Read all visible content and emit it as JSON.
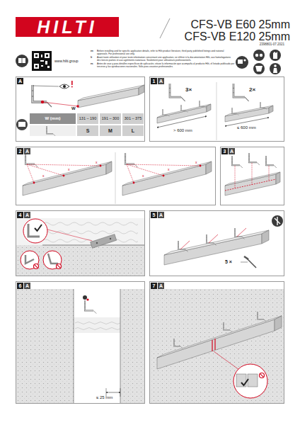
{
  "diagram": {
    "title": "CFS-VB E60 25mm CFS-VB E120 25mm",
    "nodes": [
      {
        "text": [
          "A"
        ]
      },
      {
        "text": [
          "1",
          "A"
        ]
      },
      {
        "text": [
          "2",
          "A"
        ]
      },
      {
        "text": [
          "3",
          "A"
        ]
      },
      {
        "text": [
          "4",
          "A"
        ]
      },
      {
        "text": [
          "5",
          "A"
        ]
      },
      {
        "text": [
          "6",
          "A"
        ]
      },
      {
        "text": [
          "7",
          "A"
        ]
      }
    ],
    "labels": [
      "HILTI",
      "2398801-07.2021",
      "www.hilti.group",
      "en",
      "Before installing and for specific application details, refer to Hilti product literature, third party published listings and national approvals. For professional use only.",
      "fr",
      "Avant toute utilisation et pour toute information concernant une application, se référer à la documentation Hilti, aux homologations des tierces parties et aux agréments nationaux. Seulement pour utilisateurs professionnels.",
      "es",
      "Antes de usar y para detalles específicos de aplicación, véase la información que acompaña al producto Hilti, el listado publicado por terceros y las aprobaciones nacionales. Sólo para usuarios profesionales.",
      "W",
      "W (mm)",
      "131 – 190",
      "191 – 300",
      "301 – 375",
      "S",
      "M",
      "L",
      "3×",
      "2×",
      "> 600 mm",
      "≤ 600 mm",
      "x",
      "x",
      "x",
      "x",
      "x",
      "x",
      "5 ×",
      "≤ 25 mm"
    ]
  }
}
